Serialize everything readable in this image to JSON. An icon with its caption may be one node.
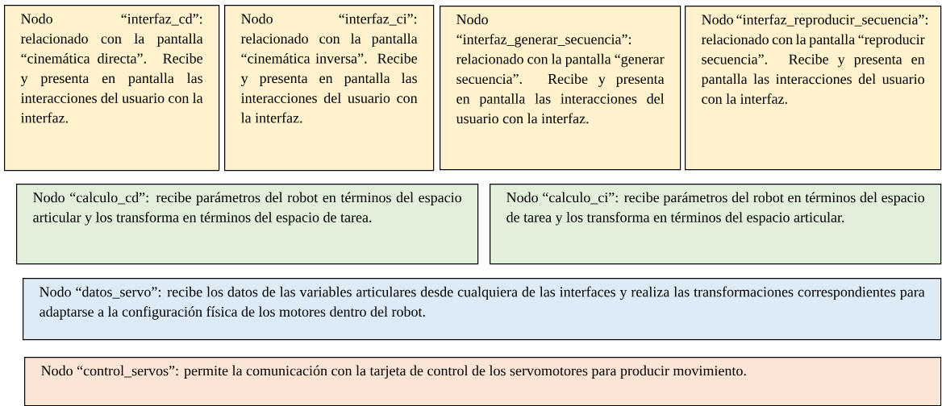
{
  "diagram": {
    "nodes": [
      {
        "text": [
          "Nodo “interfaz_cd”: relacionado con la pantalla “cinemática directa”. Recibe y presenta en pantalla las interacciones del usuario con la interfaz."
        ]
      },
      {
        "text": [
          "Nodo “interfaz_ci”: relacionado con la pantalla “cinemática inversa”. Recibe y presenta en pantalla las interacciones del usuario con la interfaz."
        ]
      },
      {
        "text": [
          "Nodo “interfaz_generar_secuencia”: relacionado con la pantalla “generar secuencia”. Recibe y presenta en pantalla las interacciones del usuario con la interfaz."
        ]
      },
      {
        "text": [
          "Nodo “interfaz_reproducir_secuencia”: relacionado con la pantalla “reproducir secuencia”. Recibe y presenta en pantalla las interacciones del usuario con la interfaz."
        ]
      },
      {
        "text": [
          "Nodo “calculo_cd”: recibe parámetros del robot en términos del espacio articular y los transforma en términos del espacio de tarea."
        ]
      },
      {
        "text": [
          "Nodo “calculo_ci”: recibe parámetros del robot en términos del espacio de tarea y los transforma en términos del espacio articular."
        ]
      },
      {
        "text": [
          "Nodo “datos_servo”: recibe los datos de las variables articulares desde cualquiera de las interfaces y realiza las transformaciones correspondientes para adaptarse a la configuración física de los motores dentro del robot."
        ]
      },
      {
        "text": [
          "Nodo “control_servos”: permite la comunicación con la tarjeta de control de los servomotores para producir movimiento."
        ]
      }
    ]
  }
}
